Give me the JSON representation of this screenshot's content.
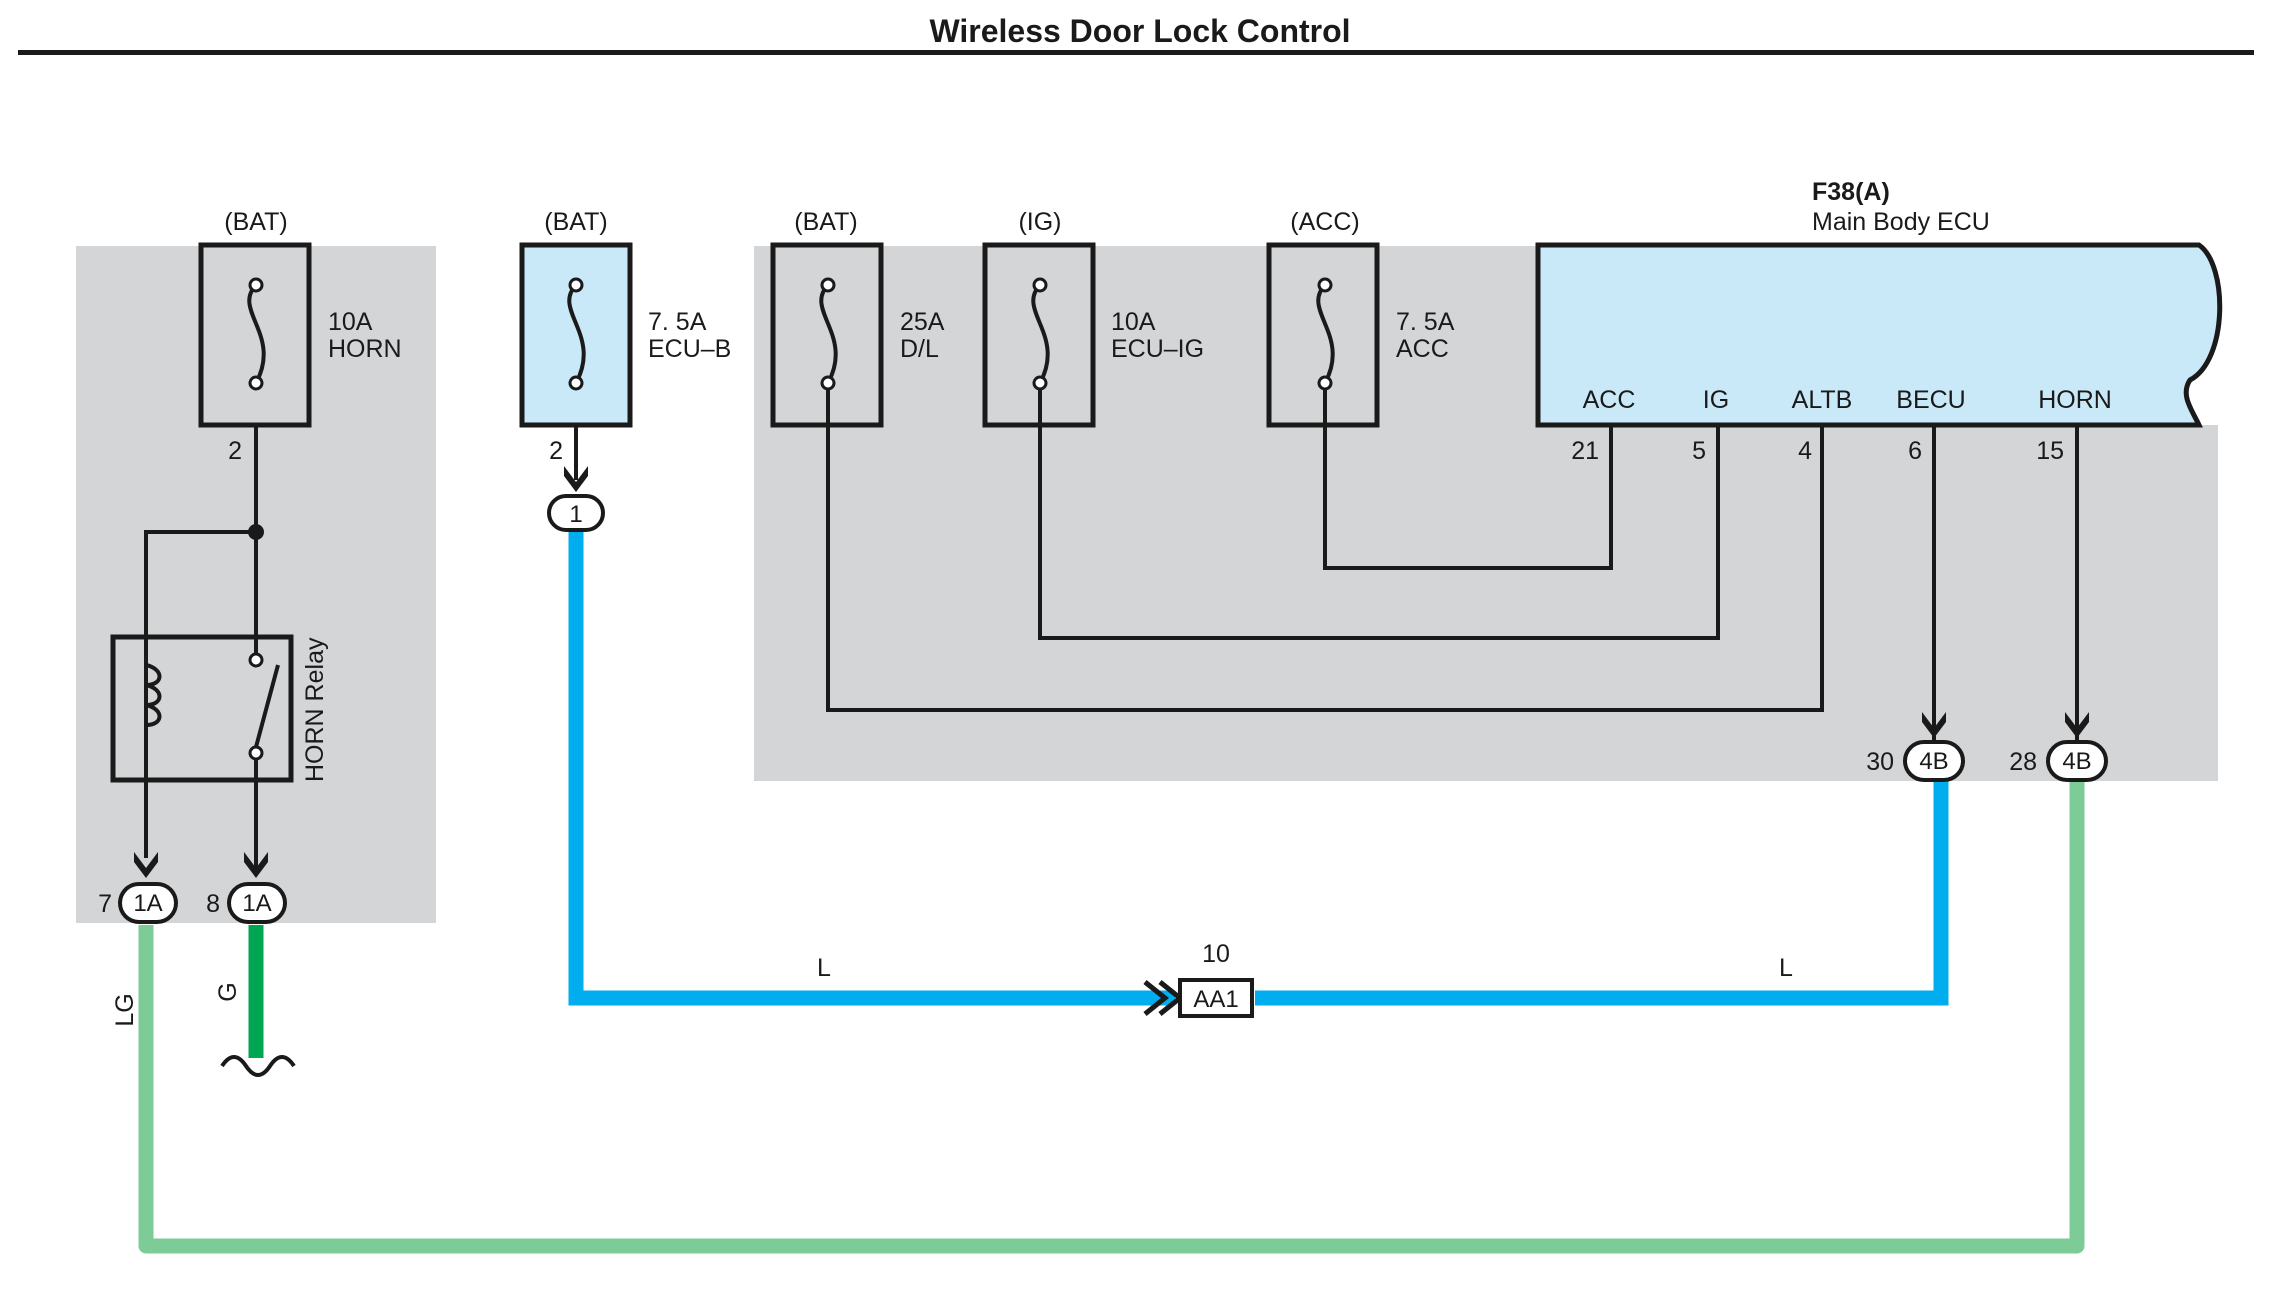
{
  "title": "Wireless Door Lock Control",
  "colors": {
    "shade": "#d4d5d7",
    "ecu_fill": "#c9e8f8",
    "wire_blue": "#00aeef",
    "wire_light_green": "#7dcb97",
    "wire_green": "#00a651",
    "ink": "#1a1a1a"
  },
  "fuses": [
    {
      "id": "horn",
      "source": "(BAT)",
      "rating": "10A",
      "name": "HORN",
      "pin": "2",
      "highlighted": false
    },
    {
      "id": "ecu_b",
      "source": "(BAT)",
      "rating": "7. 5A",
      "name": "ECU–B",
      "pin": "2",
      "highlighted": true
    },
    {
      "id": "dl",
      "source": "(BAT)",
      "rating": "25A",
      "name": "D/L",
      "highlighted": false
    },
    {
      "id": "ecu_ig",
      "source": "(IG)",
      "rating": "10A",
      "name": "ECU–IG",
      "highlighted": false
    },
    {
      "id": "acc",
      "source": "(ACC)",
      "rating": "7. 5A",
      "name": "ACC",
      "highlighted": false
    }
  ],
  "ecu": {
    "code": "F38(A)",
    "name": "Main Body ECU",
    "terminals": [
      {
        "label": "ACC",
        "pin": "21"
      },
      {
        "label": "IG",
        "pin": "5"
      },
      {
        "label": "ALTB",
        "pin": "4"
      },
      {
        "label": "BECU",
        "pin": "6"
      },
      {
        "label": "HORN",
        "pin": "15"
      }
    ]
  },
  "relay": {
    "name": "HORN Relay",
    "icons": [
      "coil-icon",
      "switch-icon"
    ]
  },
  "connectors": [
    {
      "id": "ecub",
      "pin_num": "",
      "code": "1"
    },
    {
      "id": "r1",
      "pin_num": "7",
      "code": "1A"
    },
    {
      "id": "r2",
      "pin_num": "8",
      "code": "1A"
    },
    {
      "id": "b1",
      "pin_num": "30",
      "code": "4B"
    },
    {
      "id": "b2",
      "pin_num": "28",
      "code": "4B"
    }
  ],
  "junction": {
    "code": "AA1",
    "pin": "10"
  },
  "wire_colors": {
    "left_blue": "L",
    "right_blue": "L",
    "light_green": "LG",
    "green": "G"
  }
}
